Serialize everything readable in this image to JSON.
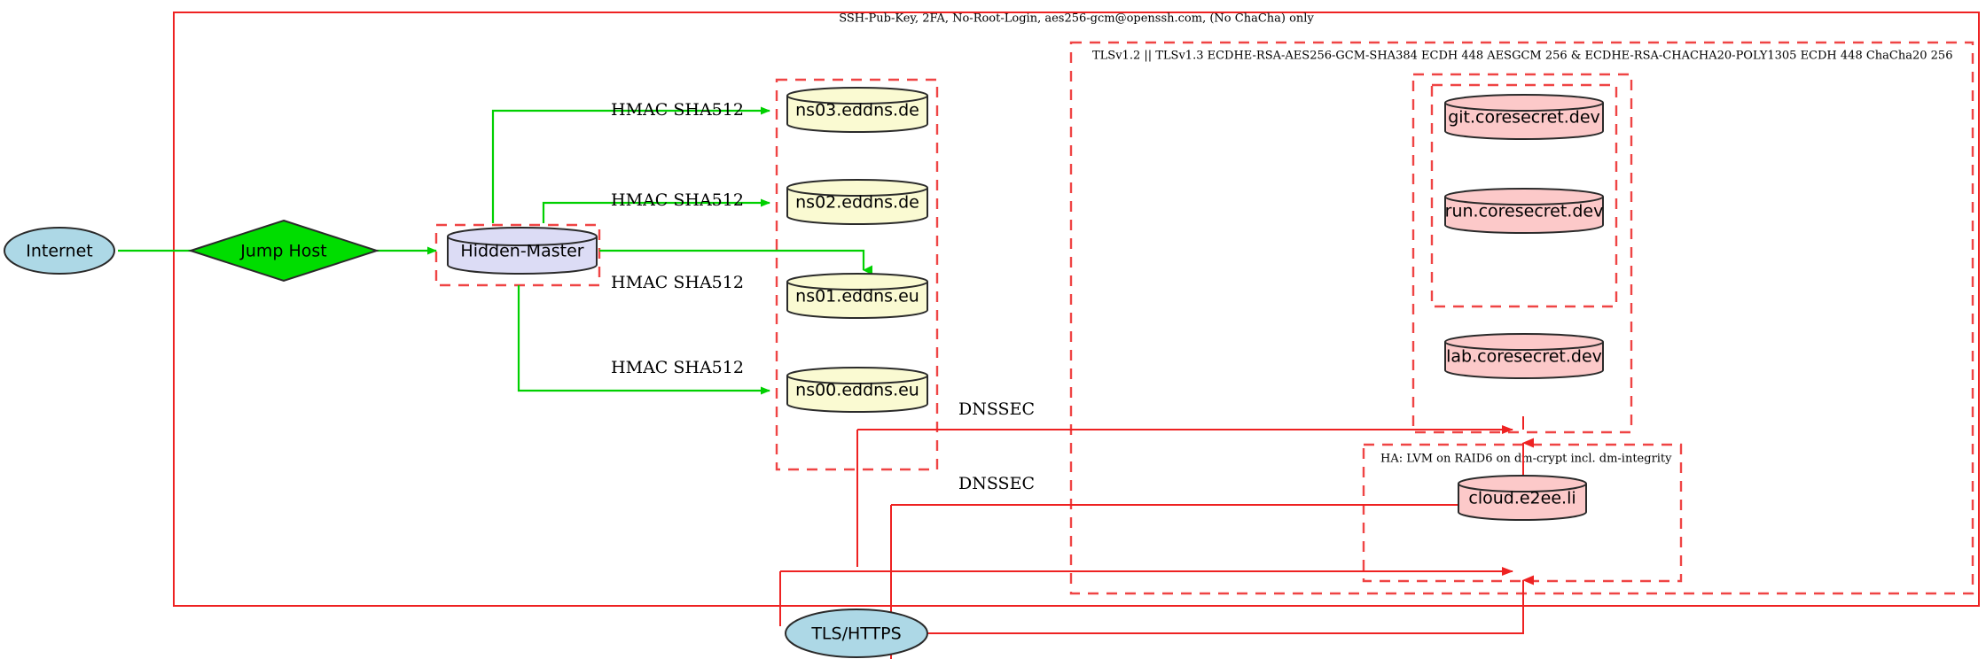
{
  "diagram": {
    "title_top": "SSH-Pub-Key, 2FA, No-Root-Login, aes256-gcm@openssh.com, (No ChaCha) only",
    "clusters": [
      {
        "id": "outer",
        "label": "SSH-Pub-Key, 2FA, No-Root-Login, aes256-gcm@openssh.com, (No ChaCha) only"
      },
      {
        "id": "tls",
        "label": "TLSv1.2 || TLSv1.3 ECDHE-RSA-AES256-GCM-SHA384 ECDH 448 AESGCM 256 & ECDHE-RSA-CHACHA20-POLY1305 ECDH 448 ChaCha20 256"
      },
      {
        "id": "ha",
        "label": "HA: LVM on RAID6 on dm-crypt incl. dm-integrity"
      },
      {
        "id": "dns",
        "label": ""
      },
      {
        "id": "hiddenmaster",
        "label": ""
      },
      {
        "id": "coresecret",
        "label": ""
      },
      {
        "id": "coresecret_inner",
        "label": ""
      }
    ],
    "nodes": {
      "internet": {
        "label": "Internet",
        "shape": "ellipse",
        "color": "#add8e6"
      },
      "jumphost": {
        "label": "Jump Host",
        "shape": "diamond",
        "color": "#00dd00"
      },
      "hidden_master": {
        "label": "Hidden-Master",
        "shape": "cylinder",
        "color": "#dcdcf5"
      },
      "ns03": {
        "label": "ns03.eddns.de",
        "shape": "cylinder",
        "color": "#fafad2"
      },
      "ns02": {
        "label": "ns02.eddns.de",
        "shape": "cylinder",
        "color": "#fafad2"
      },
      "ns01": {
        "label": "ns01.eddns.eu",
        "shape": "cylinder",
        "color": "#fafad2"
      },
      "ns00": {
        "label": "ns00.eddns.eu",
        "shape": "cylinder",
        "color": "#fafad2"
      },
      "git": {
        "label": "git.coresecret.dev",
        "shape": "cylinder",
        "color": "#fcc9c9"
      },
      "run": {
        "label": "run.coresecret.dev",
        "shape": "cylinder",
        "color": "#fcc9c9"
      },
      "lab": {
        "label": "lab.coresecret.dev",
        "shape": "cylinder",
        "color": "#fcc9c9"
      },
      "cloud": {
        "label": "cloud.e2ee.li",
        "shape": "cylinder",
        "color": "#fcc9c9"
      },
      "tlshttps": {
        "label": "TLS/HTTPS",
        "shape": "ellipse",
        "color": "#add8e6"
      }
    },
    "edge_labels": {
      "hmac_ns03": "HMAC SHA512",
      "hmac_ns02": "HMAC SHA512",
      "hmac_ns01": "HMAC SHA512",
      "hmac_ns00": "HMAC SHA512",
      "dnssec_1": "DNSSEC",
      "dnssec_2": "DNSSEC"
    },
    "colors": {
      "boundary_red": "#ee2222",
      "edge_green": "#00d000",
      "node_blue": "#add8e6",
      "node_green": "#00dd00",
      "node_lavender": "#dcdcf5",
      "node_yellow": "#fafad2",
      "node_pink": "#fcc9c9"
    }
  }
}
